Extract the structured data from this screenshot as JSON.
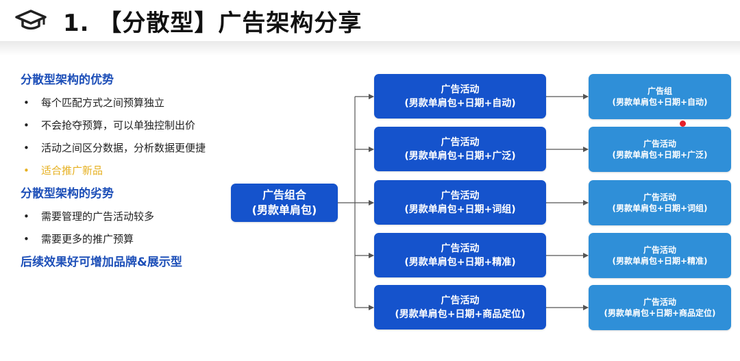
{
  "title": "1. 【分散型】广告架构分享",
  "advantages": {
    "heading": "分散型架构的优势",
    "items": [
      "每个匹配方式之间预算独立",
      "不会抢夺预算，可以单独控制出价",
      "活动之间区分数据，分析数据更便捷",
      "适合推广新品"
    ]
  },
  "disadvantages": {
    "heading": "分散型架构的劣势",
    "items": [
      "需要管理的广告活动较多",
      "需要更多的推广预算"
    ]
  },
  "footer_note": "后续效果好可增加品牌&展示型",
  "root": {
    "l1": "广告组合",
    "l2": "(男款单肩包)"
  },
  "campaigns": [
    {
      "l1": "广告活动",
      "l2": "(男款单肩包+日期+自动)"
    },
    {
      "l1": "广告活动",
      "l2": "(男款单肩包+日期+广泛)"
    },
    {
      "l1": "广告活动",
      "l2": "(男款单肩包+日期+词组)"
    },
    {
      "l1": "广告活动",
      "l2": "(男款单肩包+日期+精准)"
    },
    {
      "l1": "广告活动",
      "l2": "(男款单肩包+日期+商品定位)"
    }
  ],
  "groups": [
    {
      "l1": "广告组",
      "l2": "(男款单肩包+日期+自动)"
    },
    {
      "l1": "广告活动",
      "l2": "(男款单肩包+日期+广泛)"
    },
    {
      "l1": "广告活动",
      "l2": "(男款单肩包+日期+词组)"
    },
    {
      "l1": "广告活动",
      "l2": "(男款单肩包+日期+精准)"
    },
    {
      "l1": "广告活动",
      "l2": "(男款单肩包+日期+商品定位)"
    }
  ],
  "colors": {
    "title": "#111111",
    "heading_blue": "#1d4fb8",
    "highlight_yellow": "#e6b020",
    "box_dark_blue": "#1553cc",
    "box_light_blue": "#2f8fd8",
    "connector": "#555555",
    "marker_red": "#e5202a"
  },
  "icons": {
    "title_icon": "graduation-cap-icon"
  }
}
